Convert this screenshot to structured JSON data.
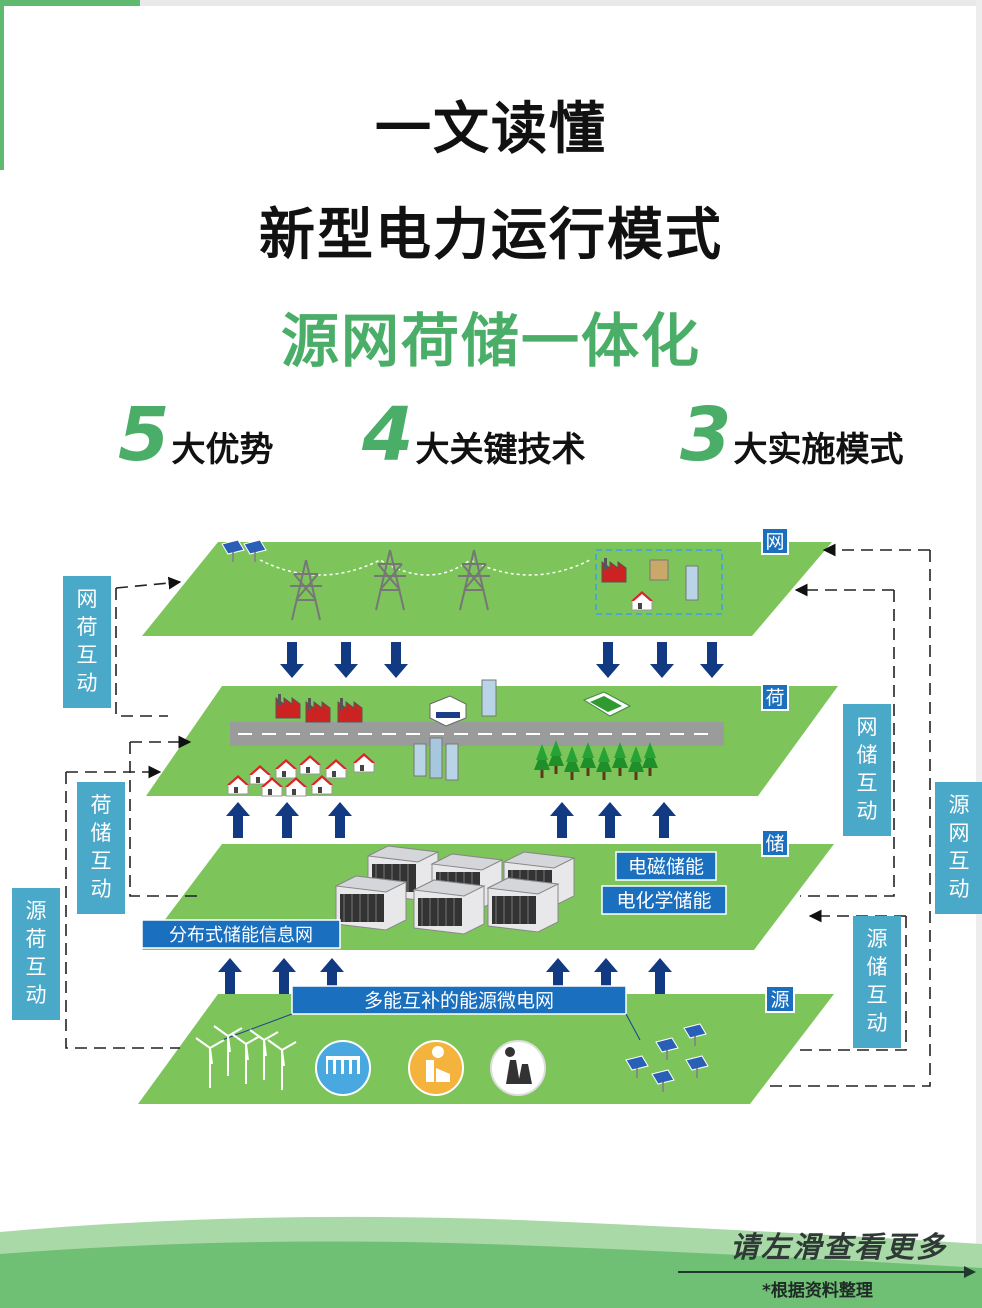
{
  "header": {
    "title_line1": "一文读懂",
    "title_line2": "新型电力运行模式",
    "title_line3": "源网荷储一体化"
  },
  "stats": [
    {
      "num": "5",
      "text": "大优势"
    },
    {
      "num": "4",
      "text": "大关键技术"
    },
    {
      "num": "3",
      "text": "大实施模式"
    }
  ],
  "diagram": {
    "layers": {
      "grid": "网",
      "load": "荷",
      "storage": "储",
      "source": "源"
    },
    "side_labels": {
      "grid_load": "网荷互动",
      "load_storage": "荷储互动",
      "source_load": "源荷互动",
      "grid_storage": "网储互动",
      "source_grid": "源网互动",
      "source_storage": "源储互动"
    },
    "storage_labels": {
      "em": "电磁储能",
      "chem": "电化学储能",
      "network": "分布式储能信息网"
    },
    "source_banner": "多能互补的能源微电网"
  },
  "footer": {
    "swipe": "请左滑查看更多",
    "note": "*根据资料整理"
  },
  "colors": {
    "accent_green": "#4aae68",
    "plane_green": "#7dc55a",
    "arrow_navy": "#123a82",
    "label_teal": "#4aa8c8",
    "banner_blue": "#1a6fbf"
  }
}
